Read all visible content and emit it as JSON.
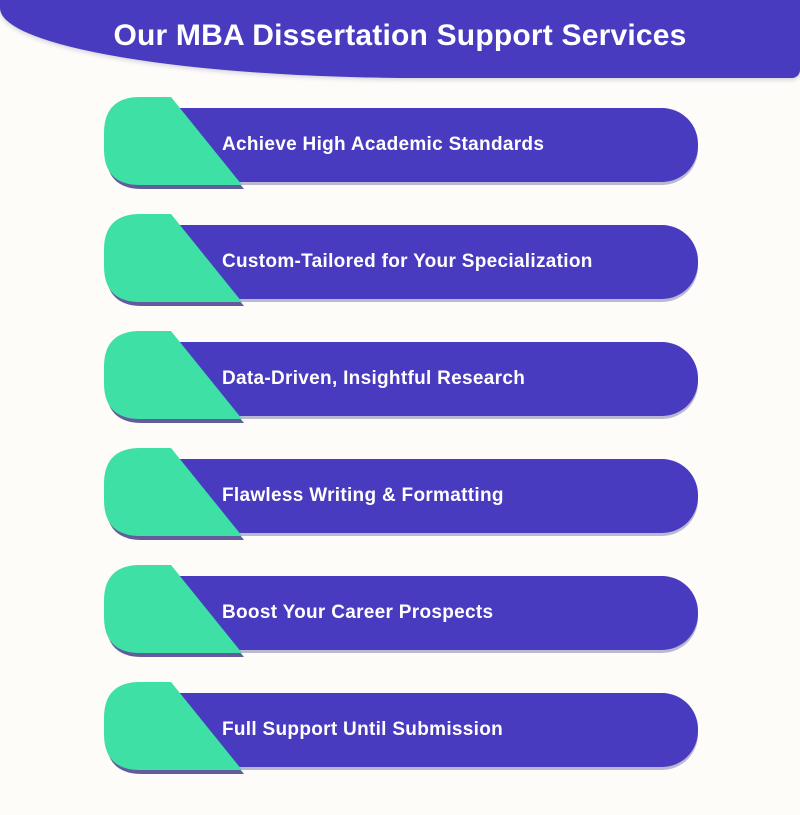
{
  "header": {
    "title": "Our MBA Dissertation Support Services"
  },
  "services": [
    "Achieve High Academic Standards",
    "Custom-Tailored for Your Specialization",
    "Data-Driven, Insightful Research",
    "Flawless Writing & Formatting",
    "Boost Your Career Prospects",
    "Full Support Until Submission"
  ],
  "colors": {
    "purple": "#483bc0",
    "teal": "#3ee0a6",
    "shadow_navy": "#261e77",
    "text": "#ffffff",
    "background": "#fdfcf9"
  }
}
